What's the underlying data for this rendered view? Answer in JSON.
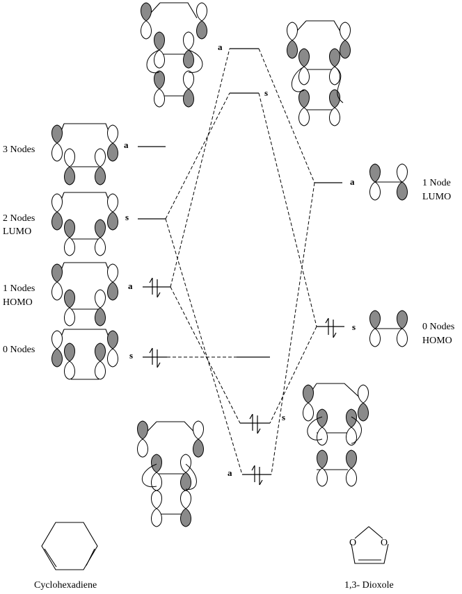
{
  "diagram": {
    "title": "Cyclohexadiene + 1,3-Dioxole MO correlation diagram",
    "left": {
      "molecule_name": "Cyclohexadiene",
      "orbitals": [
        {
          "line1": "3 Nodes",
          "line2": "",
          "symmetry": "a",
          "electrons": 0
        },
        {
          "line1": "2 Nodes",
          "line2": "LUMO",
          "symmetry": "s",
          "electrons": 0
        },
        {
          "line1": "1 Nodes",
          "line2": "HOMO",
          "symmetry": "a",
          "electrons": 2
        },
        {
          "line1": "0 Nodes",
          "line2": "",
          "symmetry": "s",
          "electrons": 2
        }
      ]
    },
    "right": {
      "molecule_name": "1,3- Dioxole",
      "atom_label": "O",
      "orbitals": [
        {
          "line1": "1 Node",
          "line2": "LUMO",
          "symmetry": "a",
          "electrons": 0
        },
        {
          "line1": "0 Nodes",
          "line2": "HOMO",
          "symmetry": "s",
          "electrons": 2
        }
      ]
    },
    "product": {
      "orbitals": [
        {
          "symmetry": "a",
          "electrons": 0
        },
        {
          "symmetry": "s",
          "electrons": 0
        },
        {
          "symmetry": "s",
          "electrons": 2
        },
        {
          "symmetry": "a",
          "electrons": 2
        }
      ]
    },
    "colors": {
      "line": "#000000",
      "shaded_lobe": "#8a8a8a",
      "empty_lobe": "#ffffff"
    }
  }
}
